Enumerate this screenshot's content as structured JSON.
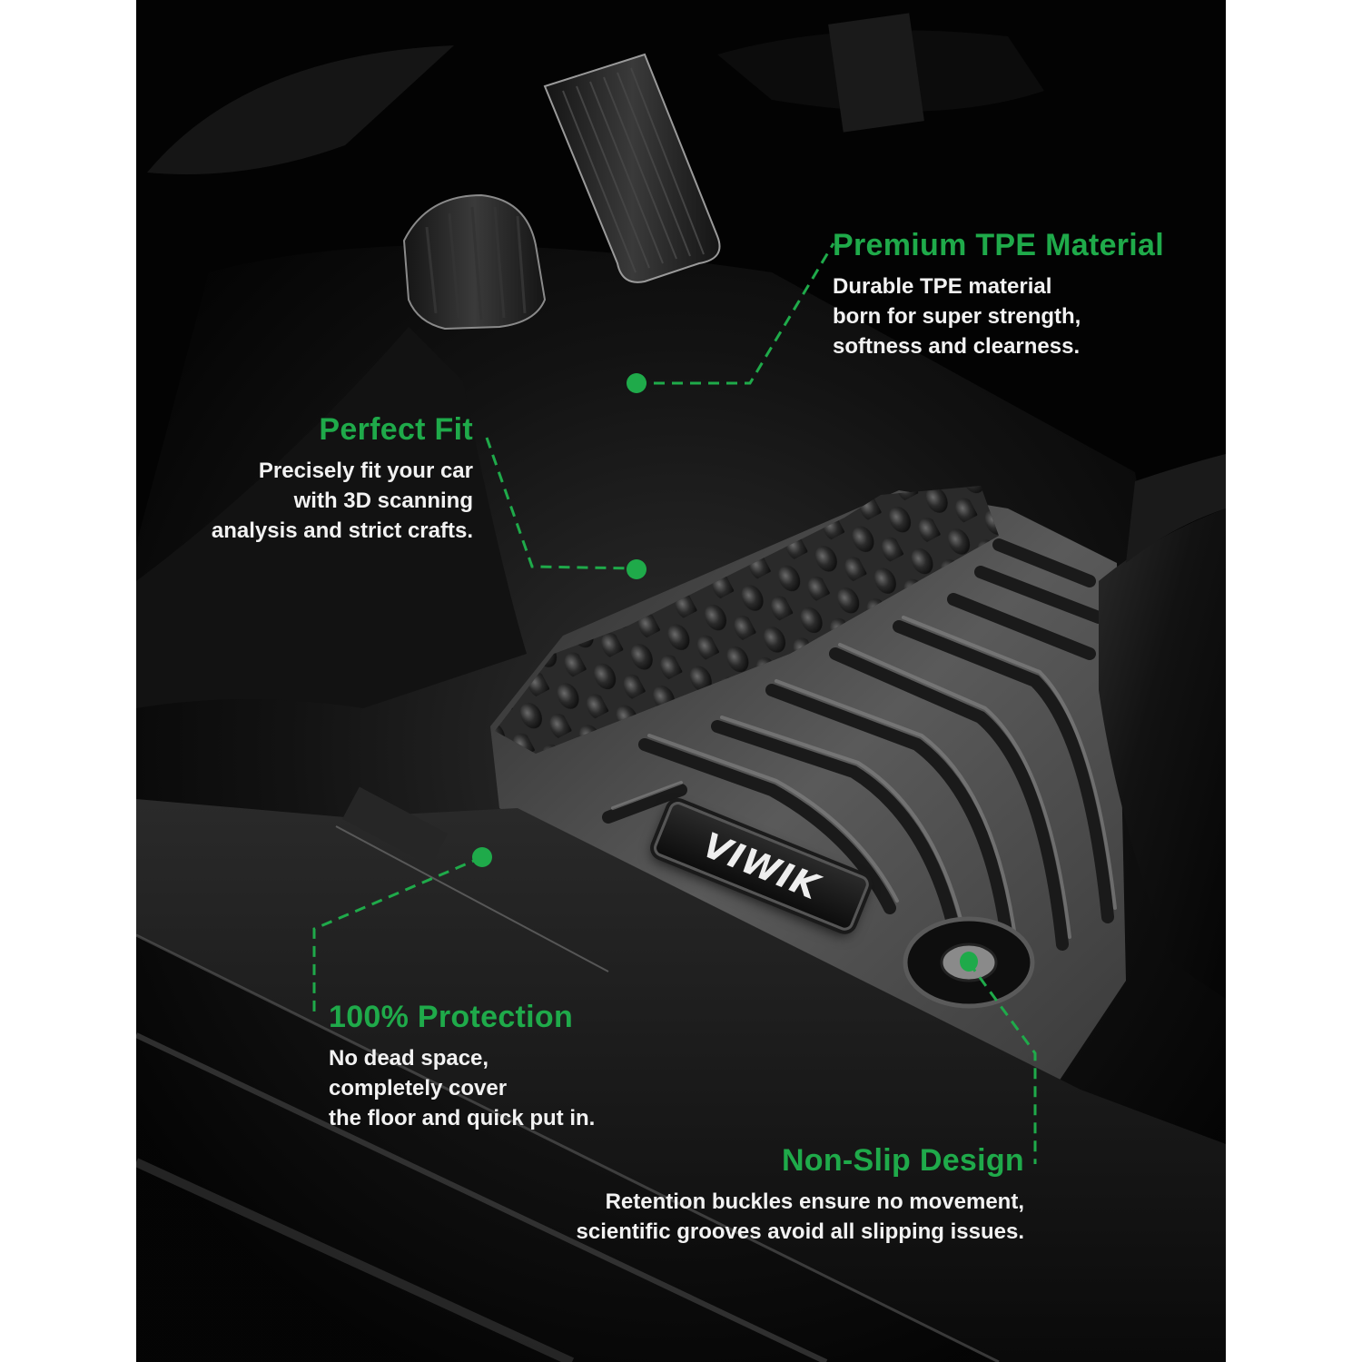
{
  "brand": {
    "logo_text": "VIWIK"
  },
  "colors": {
    "accent_green": "#1faa4a",
    "text_white": "#f2f2f2",
    "background": "#030303",
    "page_margin": "#ffffff"
  },
  "callouts": [
    {
      "title": "Premium TPE Material",
      "lines": [
        "Durable TPE material",
        "born for super strength,",
        "softness and clearness."
      ]
    },
    {
      "title": "Perfect Fit",
      "lines": [
        "Precisely fit your car",
        "with 3D scanning",
        "analysis and strict crafts."
      ]
    },
    {
      "title": "100% Protection",
      "lines": [
        "No dead space,",
        "completely cover",
        "the floor and quick put in."
      ]
    },
    {
      "title": "Non-Slip Design",
      "lines": [
        "Retention buckles ensure no movement,",
        "scientific grooves avoid all slipping issues."
      ]
    }
  ]
}
